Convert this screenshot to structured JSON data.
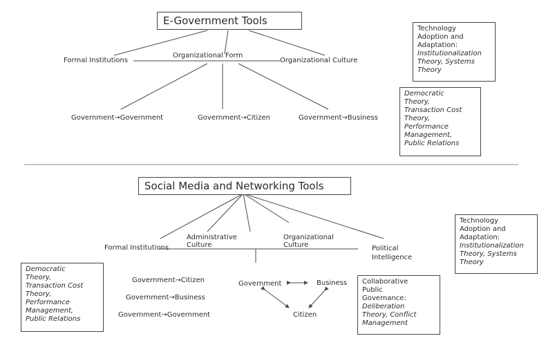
{
  "top": {
    "title": "E-Government Tools",
    "nodes": {
      "formal": "Formal Institutions",
      "organizational_form": "Organizational Form",
      "organizational_culture": "Organizational Culture",
      "g2g": "Government→Government",
      "g2c": "Government→Citizen",
      "g2b": "Government→Business"
    },
    "box_tech": {
      "plain": [
        "Technology",
        "Adoption and",
        "Adaptation:"
      ],
      "italic": [
        "Institutionalization",
        "Theory, Systems",
        "Theory"
      ]
    },
    "box_theory": {
      "italic": [
        "Democratic",
        "Theory,",
        "Transaction Cost",
        "Theory,",
        "Performance",
        "Management,",
        "Public Relations"
      ]
    }
  },
  "bottom": {
    "title": "Social Media and Networking Tools",
    "nodes": {
      "formal": "Formal Institutions",
      "admin_culture_1": "Administrative",
      "admin_culture_2": "Culture",
      "org_culture_1": "Organizational",
      "org_culture_2": "Culture",
      "political_1": "Political",
      "political_2": "Intelligence",
      "g2c": "Government→Citizen",
      "g2b": "Government→Business",
      "g2g": "Government→Government",
      "government": "Government",
      "business": "Business",
      "citizen": "Citizen"
    },
    "box_theory": {
      "italic": [
        "Democratic",
        "Theory,",
        "Transaction Cost",
        "Theory,",
        "Performance",
        "Management,",
        "Public Relations"
      ]
    },
    "box_collab": {
      "plain": [
        "Collaborative",
        "Public",
        "Governance:"
      ],
      "italic": [
        "Deliberation",
        "Theory, Conflict",
        "Management"
      ]
    },
    "box_tech": {
      "plain": [
        "Technology",
        "Adoption and",
        "Adaptation:"
      ],
      "italic": [
        "Institutionalization",
        "Theory, Systems",
        "Theory"
      ]
    }
  },
  "colors": {
    "line": "#4a4a4a",
    "divider": "#888888",
    "text": "#2a2a2a"
  }
}
